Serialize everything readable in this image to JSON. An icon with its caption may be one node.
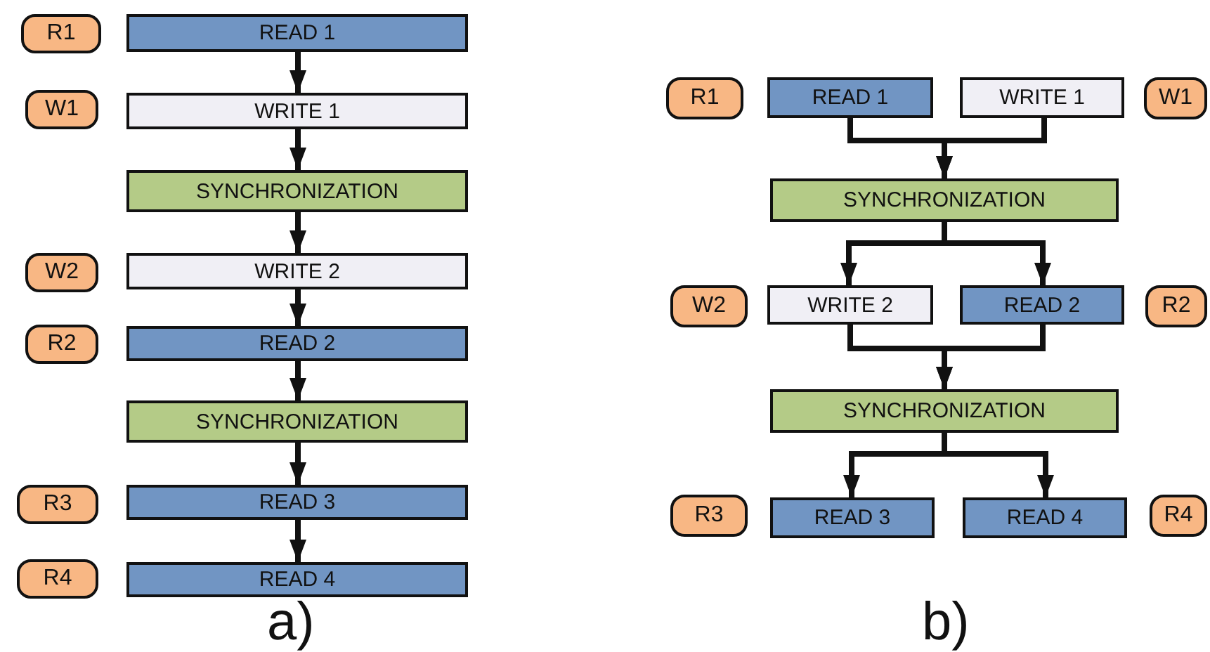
{
  "diagram": {
    "nodes": [
      {
        "text": [
          "R1"
        ]
      },
      {
        "text": [
          "READ 1"
        ]
      },
      {
        "text": [
          "W1"
        ]
      },
      {
        "text": [
          "WRITE 1"
        ]
      },
      {
        "text": [
          "SYNCHRONIZATION"
        ]
      },
      {
        "text": [
          "W2"
        ]
      },
      {
        "text": [
          "WRITE 2"
        ]
      },
      {
        "text": [
          "R2"
        ]
      },
      {
        "text": [
          "READ 2"
        ]
      },
      {
        "text": [
          "SYNCHRONIZATION"
        ]
      },
      {
        "text": [
          "R3"
        ]
      },
      {
        "text": [
          "READ 3"
        ]
      },
      {
        "text": [
          "R4"
        ]
      },
      {
        "text": [
          "READ 4"
        ]
      },
      {
        "text": [
          "R1"
        ]
      },
      {
        "text": [
          "READ 1"
        ]
      },
      {
        "text": [
          "WRITE 1"
        ]
      },
      {
        "text": [
          "W1"
        ]
      },
      {
        "text": [
          "SYNCHRONIZATION"
        ]
      },
      {
        "text": [
          "W2"
        ]
      },
      {
        "text": [
          "WRITE 2"
        ]
      },
      {
        "text": [
          "READ 2"
        ]
      },
      {
        "text": [
          "R2"
        ]
      },
      {
        "text": [
          "SYNCHRONIZATION"
        ]
      },
      {
        "text": [
          "R3"
        ]
      },
      {
        "text": [
          "READ 3"
        ]
      },
      {
        "text": [
          "READ 4"
        ]
      },
      {
        "text": [
          "R4"
        ]
      }
    ],
    "edges": [
      {
        "from": 1,
        "to": 3,
        "arrow": "to"
      },
      {
        "from": 3,
        "to": 4,
        "arrow": "to"
      },
      {
        "from": 4,
        "to": 6,
        "arrow": "to"
      },
      {
        "from": 6,
        "to": 8,
        "arrow": "to"
      },
      {
        "from": 8,
        "to": 9,
        "arrow": "to"
      },
      {
        "from": 9,
        "to": 11,
        "arrow": "to"
      },
      {
        "from": 11,
        "to": 13,
        "arrow": "to"
      },
      {
        "from": 15,
        "to": 18,
        "arrow": "to"
      },
      {
        "from": 16,
        "to": 18,
        "arrow": "to"
      },
      {
        "from": 18,
        "to": 20,
        "arrow": "to"
      },
      {
        "from": 18,
        "to": 21,
        "arrow": "to"
      },
      {
        "from": 20,
        "to": 23,
        "arrow": "to"
      },
      {
        "from": 21,
        "to": 23,
        "arrow": "to"
      },
      {
        "from": 23,
        "to": 25,
        "arrow": "to"
      },
      {
        "from": 23,
        "to": 26,
        "arrow": "to"
      }
    ],
    "labels": [
      "a)",
      "b)"
    ]
  }
}
